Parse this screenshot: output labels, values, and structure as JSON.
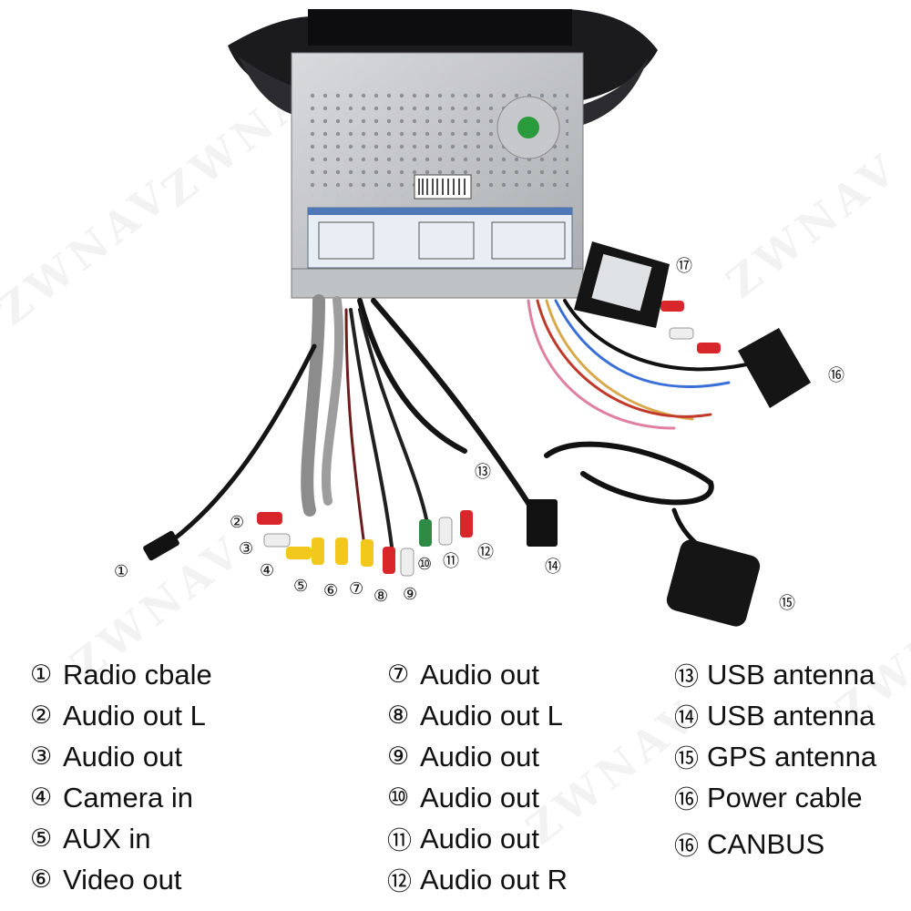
{
  "watermark": "ZWNAV",
  "callouts": {
    "c1": "①",
    "c2": "②",
    "c3": "③",
    "c4": "④",
    "c5": "⑤",
    "c6": "⑥",
    "c7": "⑦",
    "c8": "⑧",
    "c9": "⑨",
    "c10": "⑩",
    "c11": "⑪",
    "c12": "⑫",
    "c13": "⑬",
    "c14": "⑭",
    "c15": "⑮",
    "c16": "⑯",
    "c17": "⑰"
  },
  "legend": {
    "col1": [
      {
        "num": "①",
        "label": "Radio cbale"
      },
      {
        "num": "②",
        "label": "Audio out L"
      },
      {
        "num": "③",
        "label": "Audio out"
      },
      {
        "num": "④",
        "label": "Camera in"
      },
      {
        "num": "⑤",
        "label": "AUX in"
      },
      {
        "num": "⑥",
        "label": "Video out"
      }
    ],
    "col2": [
      {
        "num": "⑦",
        "label": "Audio out"
      },
      {
        "num": "⑧",
        "label": "Audio out L"
      },
      {
        "num": "⑨",
        "label": "Audio out"
      },
      {
        "num": "⑩",
        "label": "Audio out"
      },
      {
        "num": "⑪",
        "label": "Audio out"
      },
      {
        "num": "⑫",
        "label": "Audio out R"
      }
    ],
    "col3": [
      {
        "num": "⑬",
        "label": "USB antenna"
      },
      {
        "num": "⑭",
        "label": "USB antenna"
      },
      {
        "num": "⑮",
        "label": "GPS antenna"
      },
      {
        "num": "⑯",
        "label": "Power cable"
      },
      {
        "num": "⑯",
        "label": "CANBUS"
      }
    ]
  }
}
